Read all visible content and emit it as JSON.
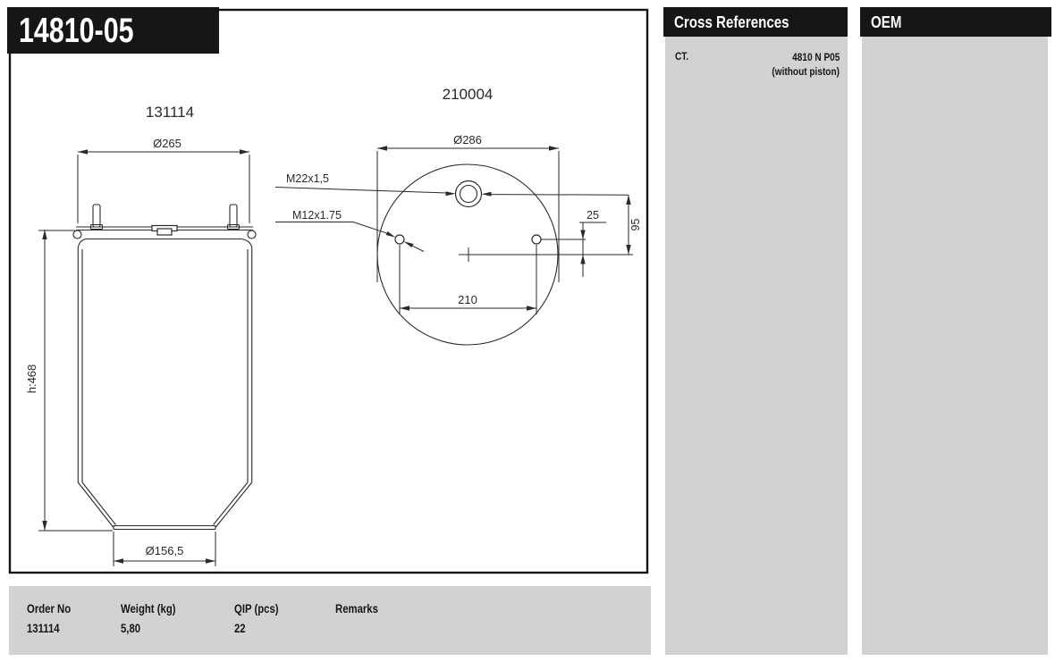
{
  "header": {
    "part_number": "14810-05"
  },
  "drawing": {
    "side_view": {
      "label": "131114",
      "dims": {
        "outer_diameter": "Ø265",
        "height": "h:468",
        "bottom_diameter": "Ø156,5"
      }
    },
    "top_view": {
      "label": "210004",
      "dims": {
        "plate_diameter": "Ø286",
        "center_thread": "M22x1,5",
        "side_thread": "M12x1.75",
        "offset_small": "25",
        "offset_large": "95",
        "hole_spacing": "210"
      }
    }
  },
  "info_bar": {
    "columns": [
      {
        "label": "Order No",
        "value": "131114"
      },
      {
        "label": "Weight (kg)",
        "value": "5,80"
      },
      {
        "label": "QIP (pcs)",
        "value": "22"
      },
      {
        "label": "Remarks",
        "value": ""
      }
    ]
  },
  "cross_references": {
    "title": "Cross References",
    "entries": [
      {
        "brand": "CT.",
        "ref": "4810 N P05",
        "note": "(without piston)"
      }
    ]
  },
  "oem": {
    "title": "OEM"
  },
  "colors": {
    "panel_black": "#161616",
    "panel_gray": "#d2d2d0",
    "line": "#2a2a2a",
    "background": "#ffffff"
  }
}
